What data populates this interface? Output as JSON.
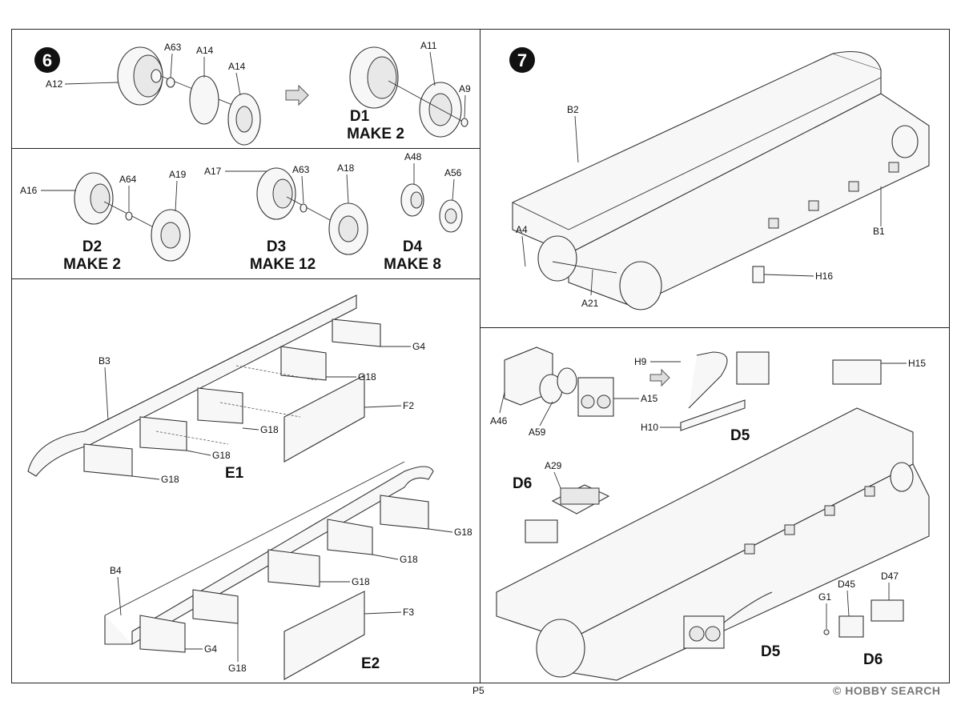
{
  "step6": {
    "number": "6",
    "labels": {
      "a12": "A12",
      "a63": "A63",
      "a14a": "A14",
      "a14b": "A14",
      "a11": "A11",
      "a9": "A9"
    },
    "result": {
      "name": "D1",
      "make": "MAKE 2"
    }
  },
  "wheels": {
    "d2": {
      "labels": {
        "a16": "A16",
        "a64": "A64",
        "a19": "A19"
      },
      "name": "D2",
      "make": "MAKE 2"
    },
    "d3": {
      "labels": {
        "a17": "A17",
        "a63": "A63",
        "a18": "A18"
      },
      "name": "D3",
      "make": "MAKE 12"
    },
    "d4": {
      "labels": {
        "a48": "A48",
        "a56": "A56"
      },
      "name": "D4",
      "make": "MAKE 8"
    }
  },
  "skirts": {
    "e1": {
      "labels": {
        "b3": "B3",
        "g4": "G4",
        "g18a": "G18",
        "g18b": "G18",
        "g18c": "G18",
        "g18d": "G18",
        "f2": "F2"
      },
      "name": "E1"
    },
    "e2": {
      "labels": {
        "b4": "B4",
        "g4": "G4",
        "g18a": "G18",
        "g18b": "G18",
        "g18c": "G18",
        "g18d": "G18",
        "f3": "F3"
      },
      "name": "E2"
    }
  },
  "step7": {
    "number": "7",
    "labels": {
      "b2": "B2",
      "b1": "B1",
      "a4": "A4",
      "a21": "A21",
      "h16": "H16"
    }
  },
  "step8": {
    "labels": {
      "a46": "A46",
      "a59": "A59",
      "a15": "A15",
      "h9": "H9",
      "h10": "H10",
      "h15": "H15",
      "a29": "A29",
      "g1": "G1",
      "d45": "D45",
      "d47": "D47"
    },
    "subs": {
      "d5a": "D5",
      "d5b": "D5",
      "d6a": "D6",
      "d6b": "D6"
    }
  },
  "footer": {
    "page": "P5",
    "watermark": "© HOBBY SEARCH"
  }
}
